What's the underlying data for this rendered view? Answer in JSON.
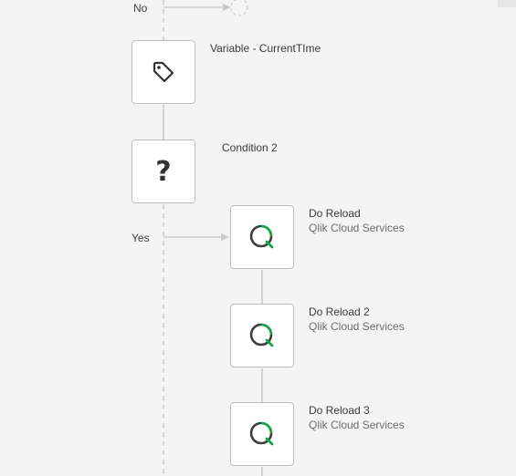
{
  "flow": {
    "branches": {
      "no": "No",
      "yes": "Yes"
    },
    "variable_block": {
      "title": "Variable - CurrentTIme",
      "icon": "tag-icon"
    },
    "condition_block": {
      "title": "Condition 2",
      "icon": "question-mark-icon",
      "symbol": "?"
    },
    "reload_blocks": [
      {
        "title": "Do Reload",
        "subtitle": "Qlik Cloud Services",
        "icon": "qlik-icon"
      },
      {
        "title": "Do Reload 2",
        "subtitle": "Qlik Cloud Services",
        "icon": "qlik-icon"
      },
      {
        "title": "Do Reload 3",
        "subtitle": "Qlik Cloud Services",
        "icon": "qlik-icon"
      }
    ]
  },
  "colors": {
    "qlik_green": "#16a34a",
    "qlik_dark": "#3d3d3d",
    "connector": "#c8c8c8"
  }
}
